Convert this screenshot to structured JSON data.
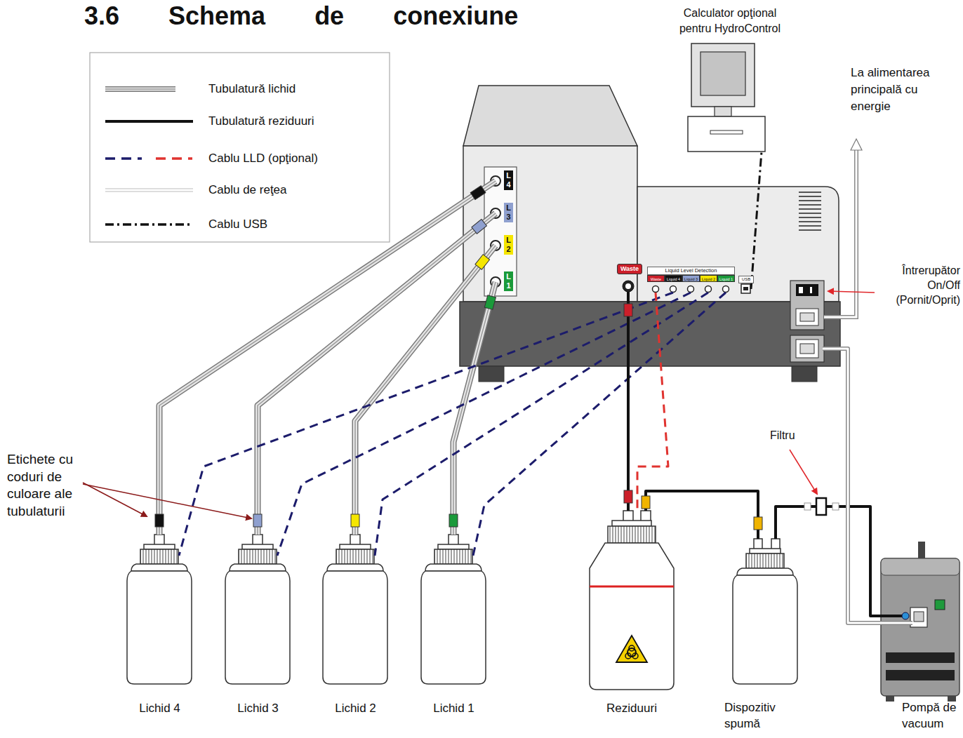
{
  "diagram": {
    "title": "3.6 Schema de conexiune",
    "nodes": [
      {
        "text": [
          "Calculator opţional pentru HydroControl"
        ]
      },
      {
        "text": [
          "L4",
          "L3",
          "L2",
          "L1",
          "Waste",
          "Liquid Level Detection",
          "Waste",
          "Liquid 4",
          "Liquid 3",
          "Liquid 2",
          "Liquid 1",
          "USB"
        ]
      },
      {
        "text": [
          "Lichid 4"
        ]
      },
      {
        "text": [
          "Lichid 3"
        ]
      },
      {
        "text": [
          "Lichid 2"
        ]
      },
      {
        "text": [
          "Lichid 1"
        ]
      },
      {
        "text": [
          "Reziduuri"
        ]
      },
      {
        "text": [
          "Dispozitiv spumă"
        ]
      },
      {
        "text": [
          "Pompă de vacuum"
        ]
      }
    ],
    "edges": [
      {
        "from": 1,
        "to": 0,
        "arrow": "none"
      },
      {
        "from": 1,
        "to": 2,
        "arrow": "none"
      },
      {
        "from": 1,
        "to": 3,
        "arrow": "none"
      },
      {
        "from": 1,
        "to": 4,
        "arrow": "none"
      },
      {
        "from": 1,
        "to": 5,
        "arrow": "none"
      },
      {
        "from": 1,
        "to": 2,
        "arrow": "none"
      },
      {
        "from": 1,
        "to": 3,
        "arrow": "none"
      },
      {
        "from": 1,
        "to": 4,
        "arrow": "none"
      },
      {
        "from": 1,
        "to": 5,
        "arrow": "none"
      },
      {
        "from": 1,
        "to": 6,
        "arrow": "none"
      },
      {
        "from": 1,
        "to": 6,
        "arrow": "none"
      },
      {
        "from": 6,
        "to": 7,
        "arrow": "none"
      },
      {
        "from": 7,
        "to": 8,
        "arrow": "none"
      },
      {
        "from": 8,
        "to": 1,
        "arrow": "none"
      }
    ],
    "labels": [
      "La alimentarea principală cu energie",
      "Întrerupător On/Off (Pornit/Oprit)",
      "Etichete cu coduri de culoare ale tubulaturii",
      "Filtru"
    ],
    "legend": [
      {
        "text": "Tubulatură lichid"
      },
      {
        "text": "Tubulatură reziduuri"
      },
      {
        "text": "Cablu LLD (opţional)"
      },
      {
        "text": "Cablu de reţea"
      },
      {
        "text": "Cablu USB"
      }
    ]
  }
}
